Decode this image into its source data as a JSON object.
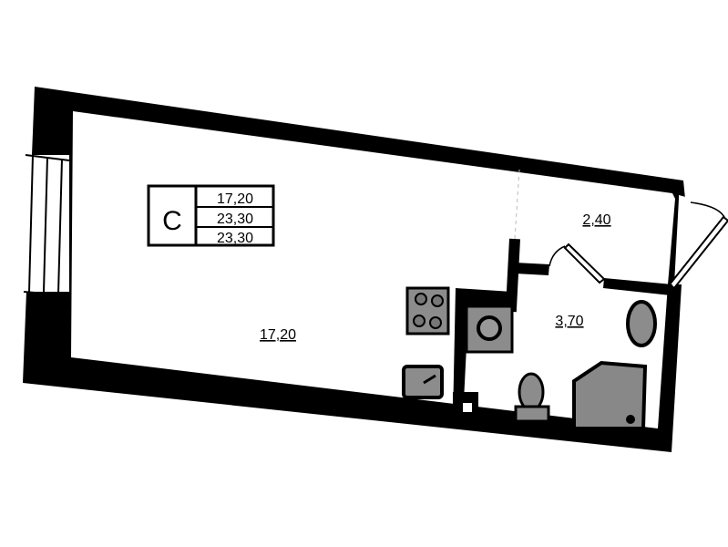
{
  "plan": {
    "type_letter": "C",
    "legend_values": [
      "17,20",
      "23,30",
      "23,30"
    ],
    "rooms": {
      "living": "17,20",
      "hall": "2,40",
      "bathroom": "3,70"
    }
  },
  "colors": {
    "wall": "#000000",
    "fixture": "#8c8c8c",
    "floor": "#ffffff"
  }
}
